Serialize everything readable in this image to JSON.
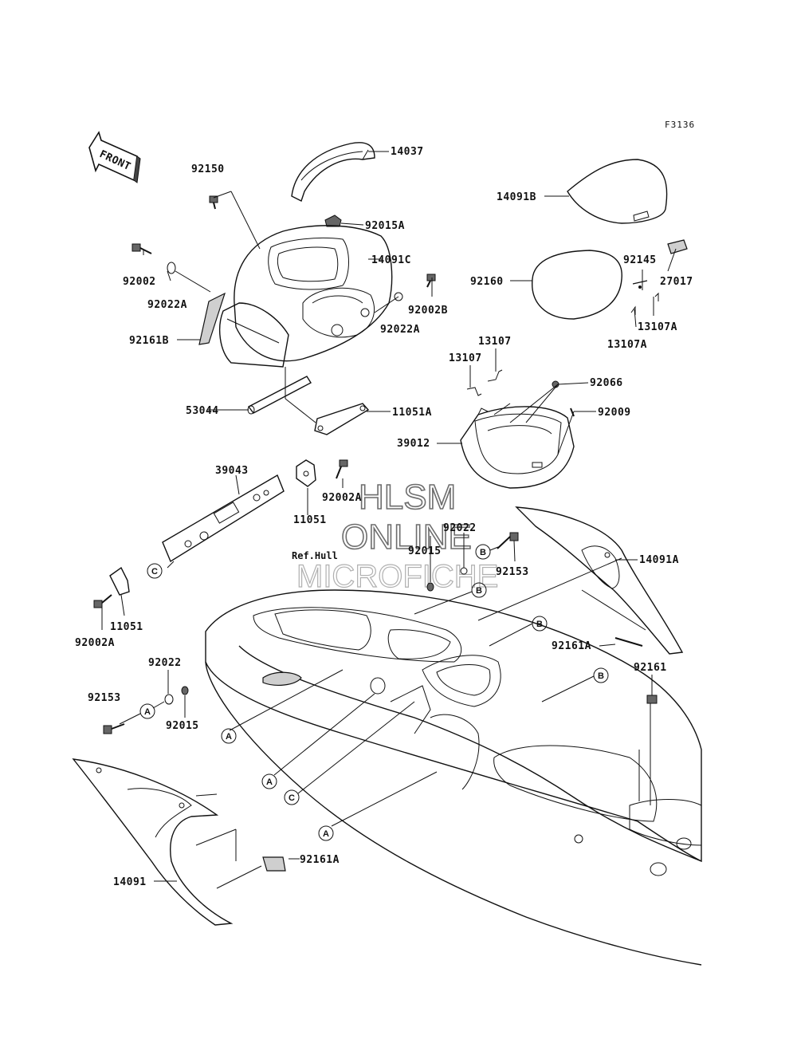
{
  "diagram_code": "F3136",
  "front_label": "FRONT",
  "reference_label": "Ref.Hull",
  "watermark": {
    "line1": "HLSM",
    "line2": "ONLINE",
    "line3": "MICROFICHE"
  },
  "parts": [
    {
      "key": "p14037",
      "number": "14037"
    },
    {
      "key": "p92150",
      "number": "92150"
    },
    {
      "key": "p92015A",
      "number": "92015A"
    },
    {
      "key": "p14091B",
      "number": "14091B"
    },
    {
      "key": "p92002",
      "number": "92002"
    },
    {
      "key": "p14091C",
      "number": "14091C"
    },
    {
      "key": "p92145",
      "number": "92145"
    },
    {
      "key": "p27017",
      "number": "27017"
    },
    {
      "key": "p92160",
      "number": "92160"
    },
    {
      "key": "p92022A_1",
      "number": "92022A"
    },
    {
      "key": "p92002B",
      "number": "92002B"
    },
    {
      "key": "p92022A_2",
      "number": "92022A"
    },
    {
      "key": "p13107A_1",
      "number": "13107A"
    },
    {
      "key": "p13107A_2",
      "number": "13107A"
    },
    {
      "key": "p92161B",
      "number": "92161B"
    },
    {
      "key": "p13107_1",
      "number": "13107"
    },
    {
      "key": "p13107_2",
      "number": "13107"
    },
    {
      "key": "p92066",
      "number": "92066"
    },
    {
      "key": "p53044",
      "number": "53044"
    },
    {
      "key": "p11051A",
      "number": "11051A"
    },
    {
      "key": "p92009",
      "number": "92009"
    },
    {
      "key": "p39012",
      "number": "39012"
    },
    {
      "key": "p39043",
      "number": "39043"
    },
    {
      "key": "p92002A_1",
      "number": "92002A"
    },
    {
      "key": "p11051_1",
      "number": "11051"
    },
    {
      "key": "p92022_1",
      "number": "92022"
    },
    {
      "key": "p92015_1",
      "number": "92015"
    },
    {
      "key": "p92153_1",
      "number": "92153"
    },
    {
      "key": "p14091A",
      "number": "14091A"
    },
    {
      "key": "p11051_2",
      "number": "11051"
    },
    {
      "key": "p92002A_2",
      "number": "92002A"
    },
    {
      "key": "p92161A_1",
      "number": "92161A"
    },
    {
      "key": "p92161",
      "number": "92161"
    },
    {
      "key": "p92022_2",
      "number": "92022"
    },
    {
      "key": "p92153_2",
      "number": "92153"
    },
    {
      "key": "p92015_2",
      "number": "92015"
    },
    {
      "key": "p92161A_2",
      "number": "92161A"
    },
    {
      "key": "p14091",
      "number": "14091"
    }
  ],
  "callouts": [
    "A",
    "B",
    "C"
  ]
}
